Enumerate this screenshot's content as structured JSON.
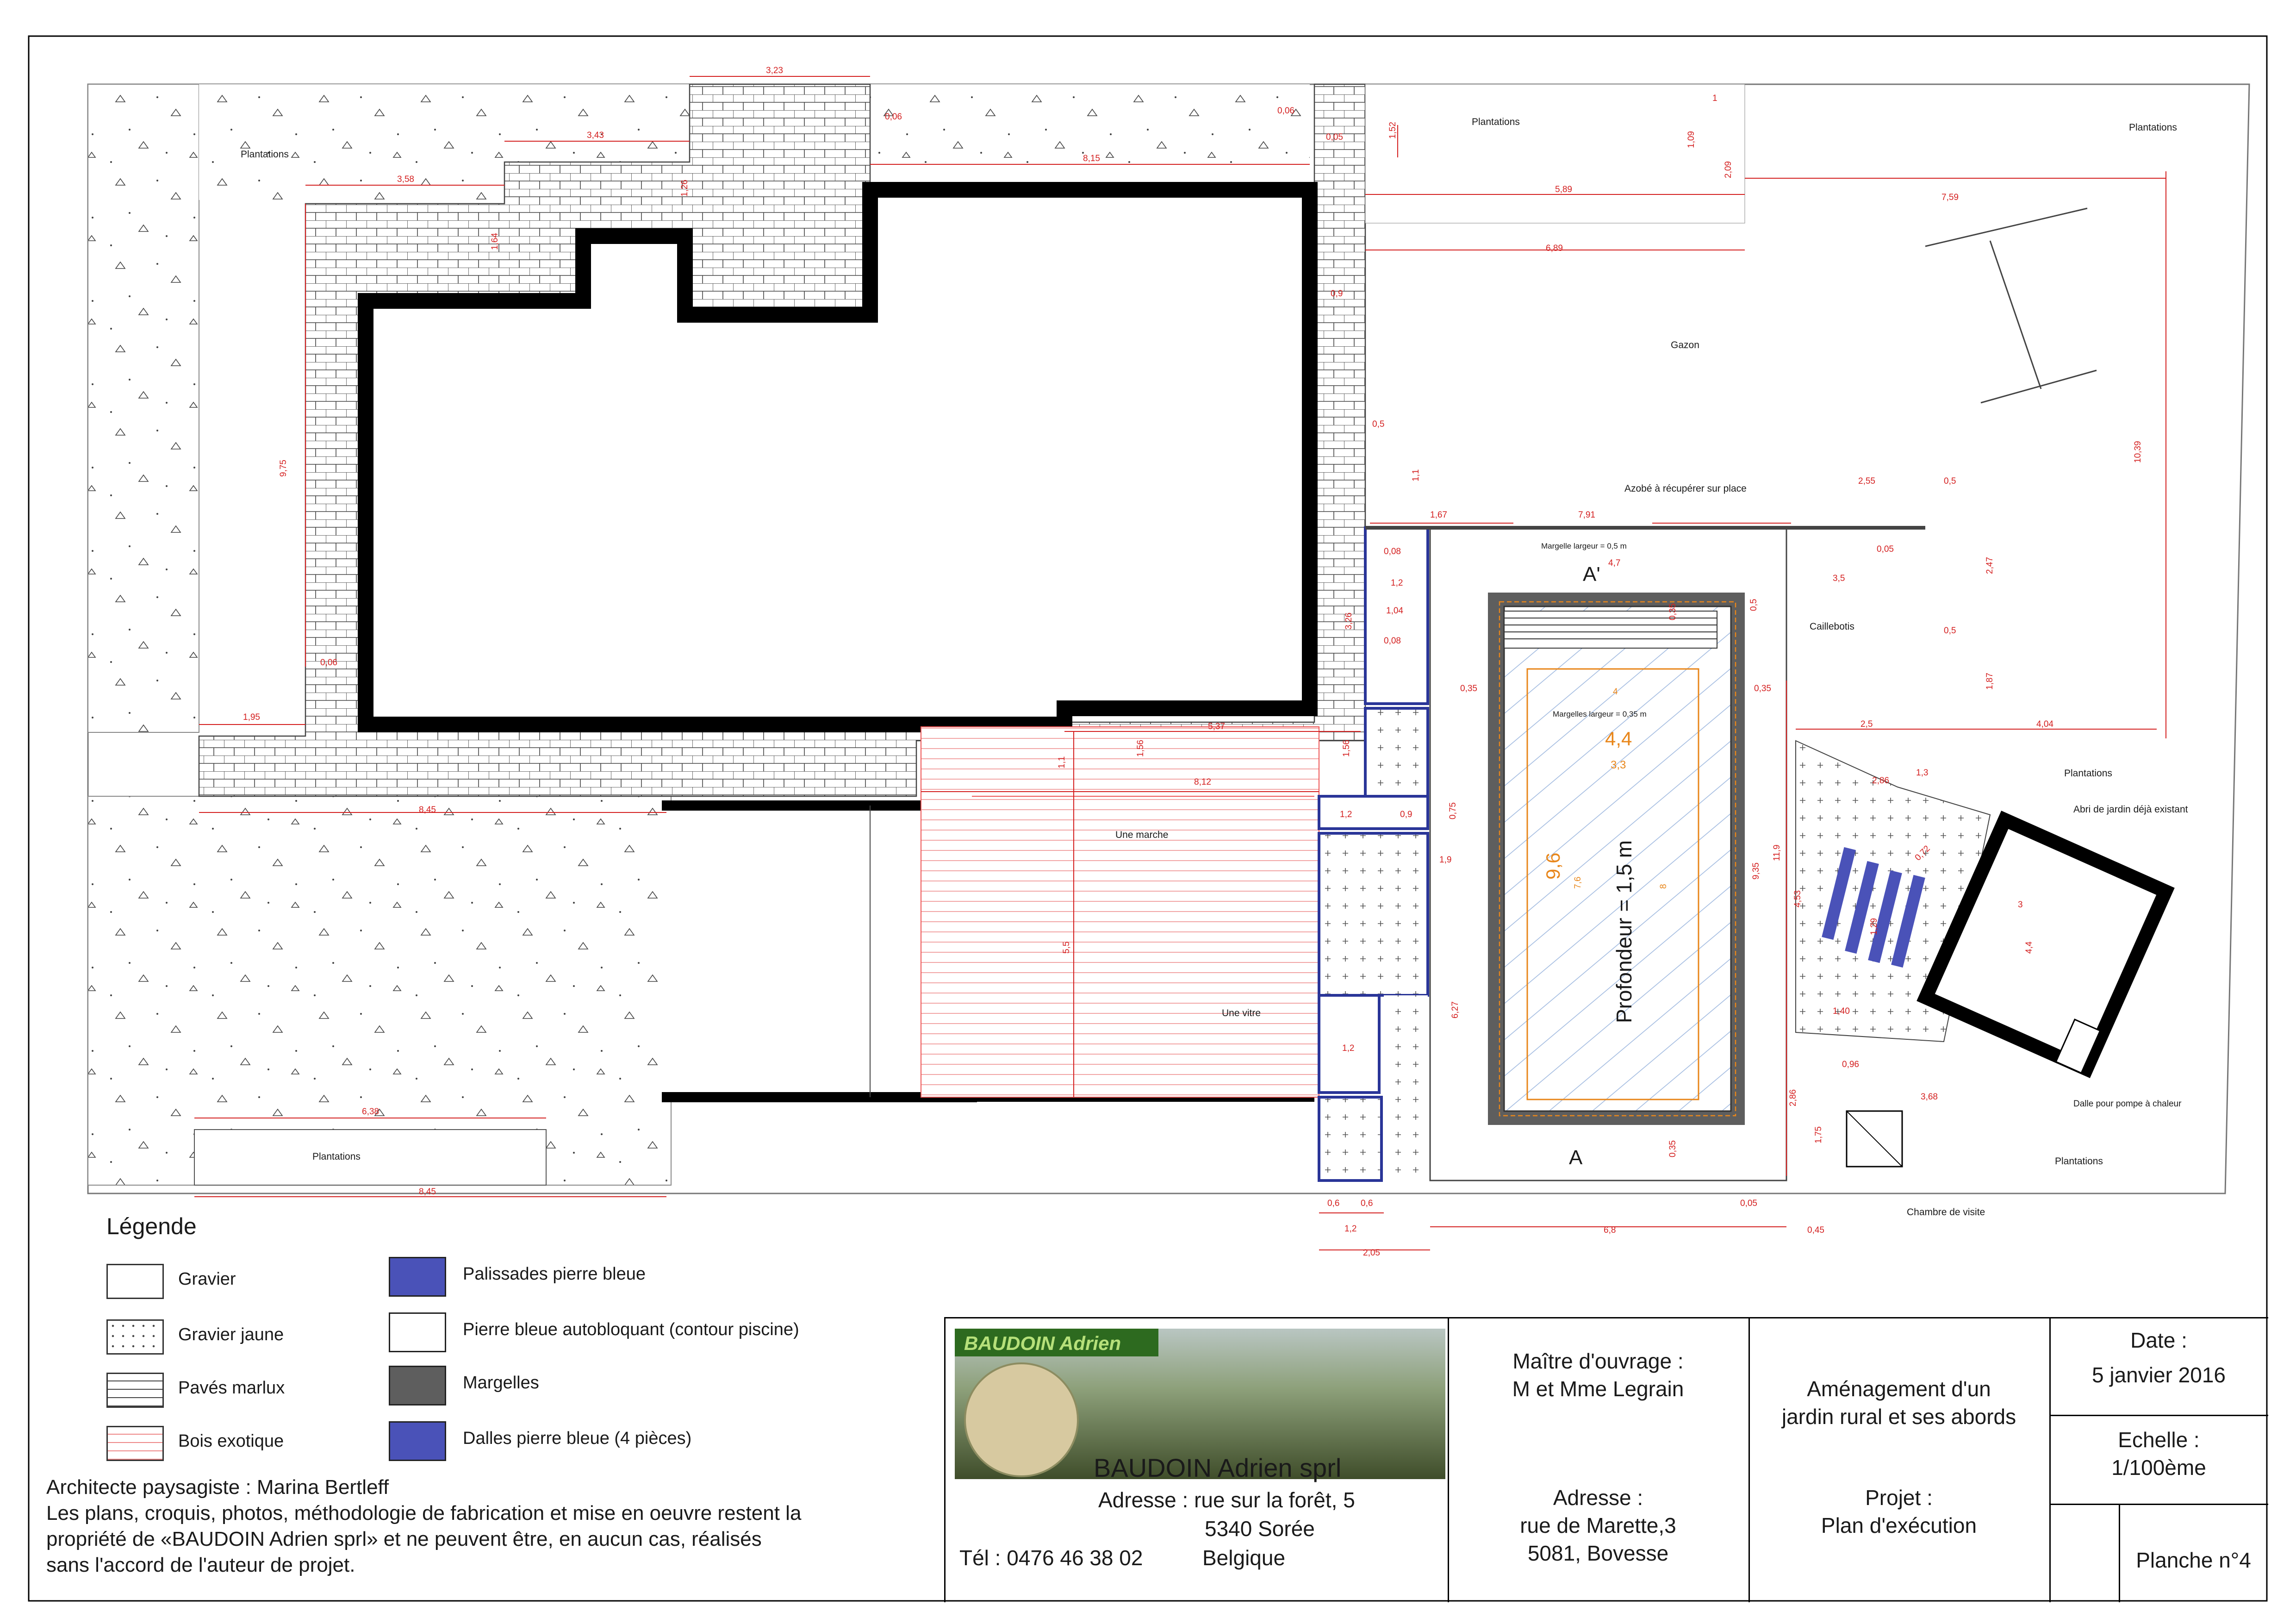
{
  "plan": {
    "plantations_nw": "Plantations",
    "plantations_top": "Plantations",
    "plantations_ne": "Plantations",
    "plantations_e": "Plantations",
    "plantations_se": "Plantations",
    "plantations_sw": "Plantations",
    "gazon": "Gazon",
    "azobe": "Azobé à récupérer sur place",
    "margelle_05": "Margelle largeur = 0,5 m",
    "margelles_035": "Margelles largeur = 0,35 m",
    "caillebotis": "Caillebotis",
    "une_marche": "Une marche",
    "une_vitre": "Une vitre",
    "abri": "Abri de jardin déjà existant",
    "dalle_pompe": "Dalle pour pompe à chaleur",
    "chambre": "Chambre de visite",
    "profondeur": "Profondeur = 1,5 m",
    "section_top": "A'",
    "section_bottom": "A",
    "pool_width": "4,4",
    "pool_length": "9,6",
    "pool_inner_w": "3,3"
  },
  "dims": {
    "d323": "3,23",
    "d343": "3,43",
    "d358": "3,58",
    "d815": "8,15",
    "d006a": "0,06",
    "d006b": "0,06",
    "d005": "0,05",
    "d152": "1,52",
    "d1": "1",
    "d109": "1,09",
    "d209": "2,09",
    "d589": "5,89",
    "d759": "7,59",
    "d689": "6,89",
    "d126": "1,26",
    "d164": "1,64",
    "d09": "0,9",
    "d975": "9,75",
    "d1039": "10,39",
    "d05a": "0,5",
    "d11a": "1,1",
    "d167": "1,67",
    "d791": "7,91",
    "d255": "2,55",
    "d247": "2,47",
    "d187": "1,87",
    "d404": "4,04",
    "d25": "2,5",
    "d35": "3,5",
    "d008a": "0,08",
    "d12a": "1,2",
    "d104": "1,04",
    "d008b": "0,08",
    "d326": "3,26",
    "d195": "1,95",
    "d006c": "0,06",
    "d537": "5,37",
    "d156a": "1,56",
    "d156b": "1,56",
    "d812": "8,12",
    "d845a": "8,45",
    "d11b": "1,1",
    "d09b": "0,9",
    "d12b": "1,2",
    "d075": "0,75",
    "d19": "1,9",
    "d55": "5,5",
    "d627": "6,27",
    "d12c": "1,2",
    "d06a": "0,6",
    "d06b": "0,6",
    "d12d": "1,2",
    "d205": "2,05",
    "d68": "6,8",
    "d045": "0,45",
    "d005b": "0,05",
    "d638": "6,38",
    "d845b": "8,45",
    "d935": "9,35",
    "d119": "11,9",
    "d453": "4,53",
    "d286": "2,86",
    "d175": "1,75",
    "d035a": "0,35",
    "d035b": "0,35",
    "d035c": "0,35",
    "d035d": "0,35",
    "d47": "4,7",
    "d4": "4",
    "d76": "7,6",
    "d8": "8",
    "d3": "3",
    "d44": "4,4",
    "d368": "3,68",
    "d13": "1,3",
    "d286b": "2,86",
    "d072": "0,72",
    "d140": "1,40",
    "d096": "0,96",
    "d129": "1,29",
    "d005c": "0,05",
    "d05b": "0,5",
    "d05c": "0,5",
    "d05d": "0,5"
  },
  "legend": {
    "title": "Légende",
    "items": [
      {
        "label": "Gravier",
        "icon": "gravel-swatch"
      },
      {
        "label": "Gravier jaune",
        "icon": "yellow-gravel-swatch"
      },
      {
        "label": "Pavés marlux",
        "icon": "paver-swatch"
      },
      {
        "label": "Bois exotique",
        "icon": "wood-swatch"
      },
      {
        "label": "Palissades pierre bleue",
        "icon": "blue-palisade-swatch"
      },
      {
        "label": "Pierre bleue autobloquant (contour piscine)",
        "icon": "white-stone-swatch"
      },
      {
        "label": "Margelles",
        "icon": "coping-swatch"
      },
      {
        "label": "Dalles pierre bleue (4 pièces)",
        "icon": "blue-slab-swatch"
      }
    ]
  },
  "notes": {
    "line1": "Architecte paysagiste : Marina Bertleff",
    "line2": "Les plans, croquis, photos, méthodologie de fabrication et mise en oeuvre restent la",
    "line3": "propriété de «BAUDOIN Adrien sprl» et ne peuvent être, en aucun cas, réalisés",
    "line4": "sans l'accord de l'auteur de projet."
  },
  "titleblock": {
    "brand": "BAUDOIN Adrien",
    "company": "BAUDOIN Adrien sprl",
    "address_label": "Adresse : rue sur la forêt, 5",
    "address_city": "5340 Sorée",
    "address_country": "Belgique",
    "phone": "Tél : 0476 46 38 02",
    "owner_label": "Maître d'ouvrage :",
    "owner": "M et Mme Legrain",
    "site_address_label": "Adresse :",
    "site_address_1": "rue de Marette,3",
    "site_address_2": "5081, Bovesse",
    "project_title_1": "Aménagement d'un",
    "project_title_2": "jardin rural et ses abords",
    "project_label": "Projet :",
    "project_value": "Plan d'exécution",
    "date_label": "Date :",
    "date_value": "5 janvier 2016",
    "scale_label": "Echelle :",
    "scale_value": "1/100ème",
    "sheet": "Planche n°4"
  },
  "colors": {
    "wall": "#000000",
    "dimension": "#d42020",
    "pool_inner": "#e8861a",
    "coping": "#5e5e5e",
    "blue_stone": "#4a52b8",
    "hatch_blue": "#9bb6de"
  }
}
